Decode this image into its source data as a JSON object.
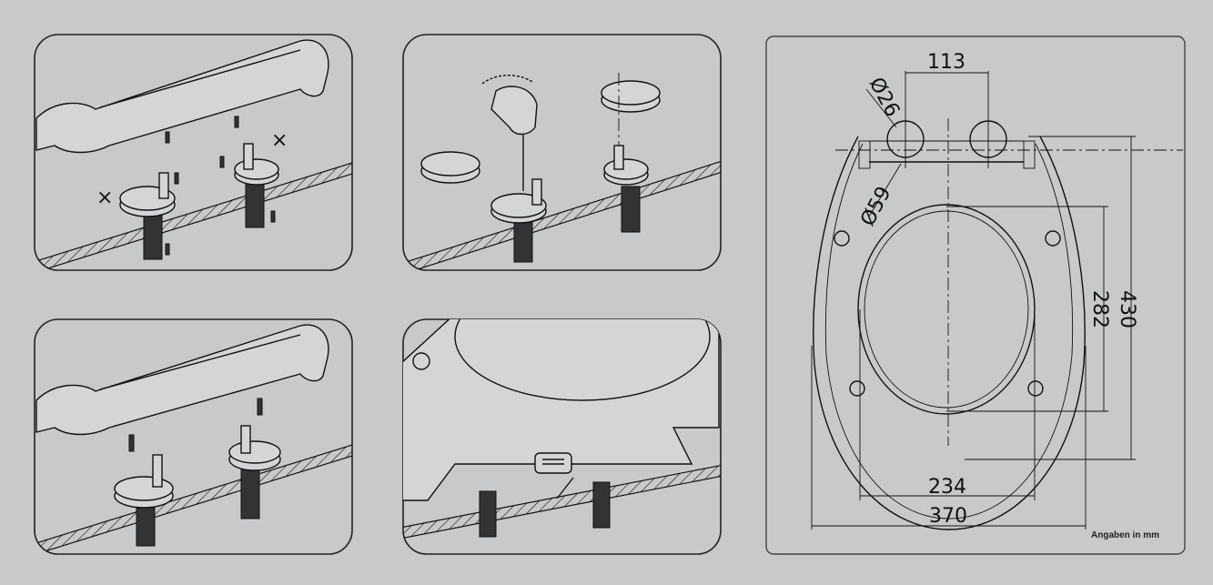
{
  "steps": [
    {
      "id": 1,
      "description_marks": [
        "wrong-mark",
        "wrong-mark"
      ]
    },
    {
      "id": 2
    },
    {
      "id": 3
    },
    {
      "id": 4
    }
  ],
  "drawing": {
    "dimensions": {
      "hinge_spacing": "113",
      "hinge_diameter": "Ø26",
      "fitting_diameter": "Ø59",
      "overall_length": "430",
      "opening_length": "282",
      "opening_width": "234",
      "overall_width": "370"
    },
    "unit_note": "Angaben in mm",
    "wrong_mark": "×"
  },
  "colors": {
    "background": "#c8c9cb",
    "line": "#111111"
  }
}
